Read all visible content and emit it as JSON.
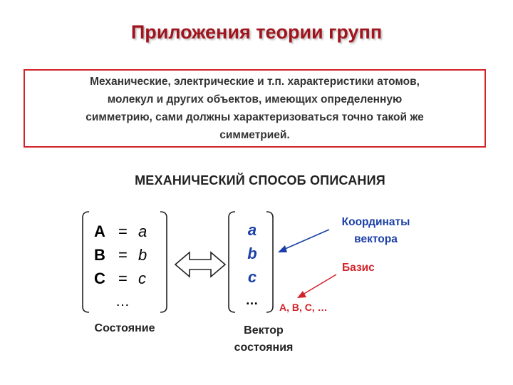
{
  "title": "Приложения теории групп",
  "box": {
    "lines": [
      "Механические, электрические и т.п. характеристики атомов,",
      "молекул и других объектов, имеющих определенную",
      "симметрию, сами должны характеризоваться точно такой же",
      "симметрией."
    ]
  },
  "subtitle": "МЕХАНИЧЕСКИЙ СПОСОБ ОПИСАНИЯ",
  "state": {
    "rows": [
      {
        "lhs": "A",
        "eq": "=",
        "rhs": "a"
      },
      {
        "lhs": "B",
        "eq": "=",
        "rhs": "b"
      },
      {
        "lhs": "C",
        "eq": "=",
        "rhs": "c"
      }
    ],
    "dots": "…",
    "label": "Состояние"
  },
  "vector": {
    "items": [
      "a",
      "b",
      "c"
    ],
    "dots": "…",
    "label_line1": "Вектор",
    "label_line2": "состояния"
  },
  "annotations": {
    "coord_line1": "Координаты",
    "coord_line2": "вектора",
    "basis": "Базис",
    "basis_list": "A, B, C, …"
  },
  "colors": {
    "title": "#a0141e",
    "box_border": "#d2232a",
    "blue": "#1a3fa6",
    "red": "#d2232a"
  }
}
